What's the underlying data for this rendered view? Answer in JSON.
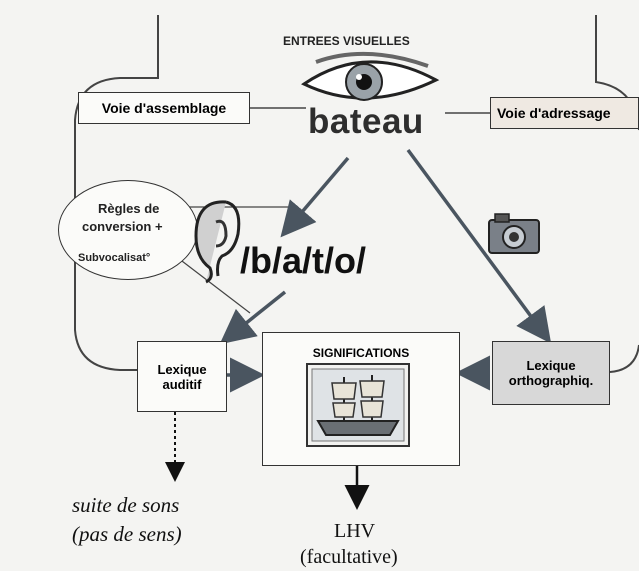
{
  "diagram": {
    "entrees_visuelles": "ENTREES VISUELLES",
    "voie_assemblage": "Voie d'assemblage",
    "voie_adressage": "Voie d'adressage",
    "word": "bateau",
    "regles_line1": "Règles de",
    "regles_line2": "conversion +",
    "subvocalisation": "Subvocalisat°",
    "phonemes": "/b/a/t/o/",
    "significations": "SIGNIFICATIONS",
    "lexique_auditif_line1": "Lexique",
    "lexique_auditif_line2": "auditif",
    "lexique_ortho_line1": "Lexique",
    "lexique_ortho_line2": "orthographiq.",
    "suite_line1": "suite de sons",
    "suite_line2": "(pas de sens)",
    "lhv_line1": "LHV",
    "lhv_line2": "(facultative)"
  },
  "icons": [
    "eye-icon",
    "ear-icon",
    "camera-icon",
    "ship-icon"
  ],
  "colors": {
    "arrow": "#4a5560",
    "box_border": "#333333",
    "ortho_box": "#d8d8d8"
  }
}
